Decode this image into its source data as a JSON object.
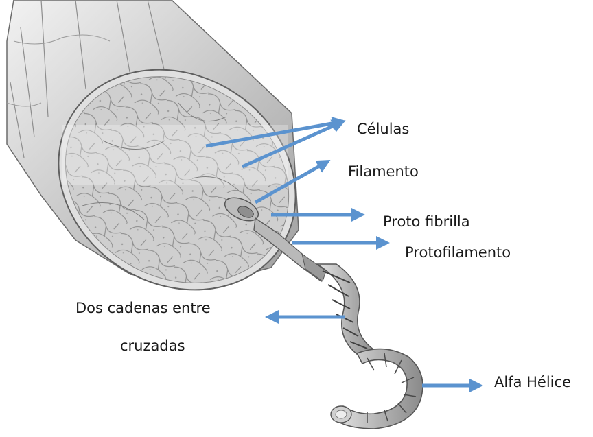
{
  "labels": {
    "celulas": "Células",
    "filamento": "Filamento",
    "proto_fibrilla": "Proto fibrilla",
    "protofilamento": "Protofilamento",
    "dos_cadenas_line1": "Dos cadenas entre",
    "dos_cadenas_line2": "cruzadas",
    "alfa_helice": "Alfa Hélice"
  },
  "colors": {
    "arrow": "#5b93cf",
    "label_text": "#1a1a1a",
    "illustration_line": "#6b6b6b",
    "illustration_fill": "#d9d9d9"
  }
}
